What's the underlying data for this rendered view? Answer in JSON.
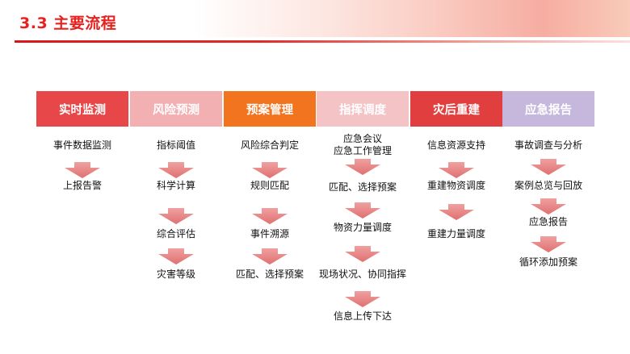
{
  "title": "3.3 主要流程",
  "colors": {
    "title": "#e8201e",
    "arrow": "#f0a0a0",
    "arrow_dark": "#e07070"
  },
  "columns": [
    {
      "header": "实时监测",
      "header_color": "#e8474a",
      "steps": [
        "事件数据监测",
        "上报告警"
      ]
    },
    {
      "header": "风险预测",
      "header_color": "#f3b0b3",
      "steps": [
        "指标阈值",
        "科学计算",
        "综合评估",
        "灾害等级"
      ]
    },
    {
      "header": "预案管理",
      "header_color": "#f2741f",
      "steps": [
        "风险综合判定",
        "规则匹配",
        "事件溯源",
        "匹配、选择预案"
      ]
    },
    {
      "header": "指挥调度",
      "header_color": "#f3c3c6",
      "steps": [
        "应急会议\n应急工作管理",
        "匹配、选择预案",
        "物资力量调度",
        "现场状况、协同指挥",
        "信息上传下达"
      ]
    },
    {
      "header": "灾后重建",
      "header_color": "#e13f3f",
      "steps": [
        "信息资源支持",
        "重建物资调度",
        "重建力量调度"
      ]
    },
    {
      "header": "应急报告",
      "header_color": "#c6b8dc",
      "steps": [
        "事故调查与分析",
        "案例总览与回放",
        "应急报告",
        "循环添加预案"
      ]
    }
  ]
}
